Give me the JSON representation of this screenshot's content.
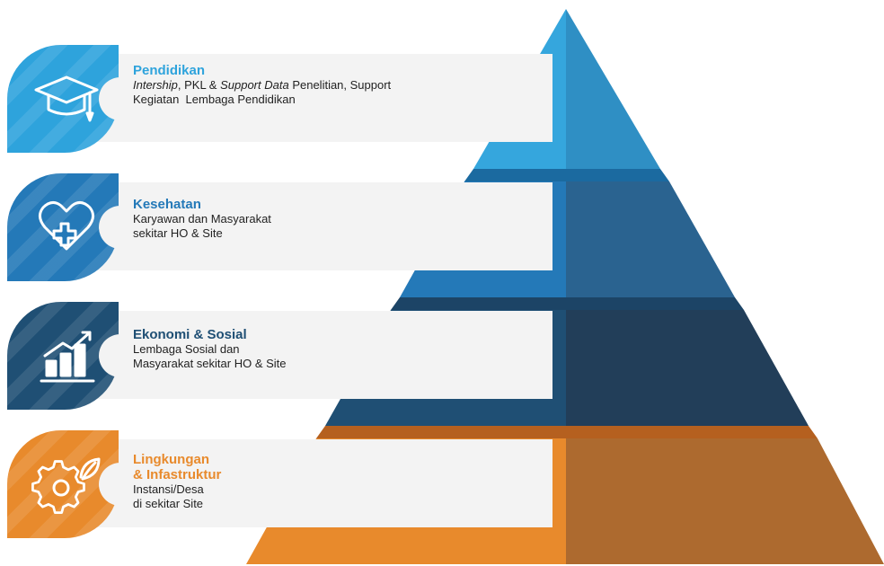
{
  "colors": {
    "pendidikan": "#2ea3dc",
    "kesehatan": "#2479b8",
    "ekonomi": "#1f4f74",
    "lingkungan": "#e88a2c",
    "panel": "#f3f3f3"
  },
  "tiers": [
    {
      "title": "Pendidikan",
      "desc_parts": [
        "Intership",
        ", PKL & ",
        "Support Data",
        " Penelitian, Support"
      ],
      "desc_line2": "Kegiatan  Lembaga Pendidikan",
      "icon": "graduation-cap-icon"
    },
    {
      "title": "Kesehatan",
      "desc_line1": "Karyawan dan Masyarakat",
      "desc_line2": "sekitar HO & Site",
      "icon": "heart-plus-icon"
    },
    {
      "title": "Ekonomi & Sosial",
      "desc_line1": "Lembaga Sosial dan",
      "desc_line2": "Masyarakat sekitar HO & Site",
      "icon": "growth-chart-icon"
    },
    {
      "title_line1": "Lingkungan",
      "title_line2": "& Infastruktur",
      "desc_line1": "Instansi/Desa",
      "desc_line2": "di sekitar Site",
      "icon": "gear-leaf-icon"
    }
  ]
}
